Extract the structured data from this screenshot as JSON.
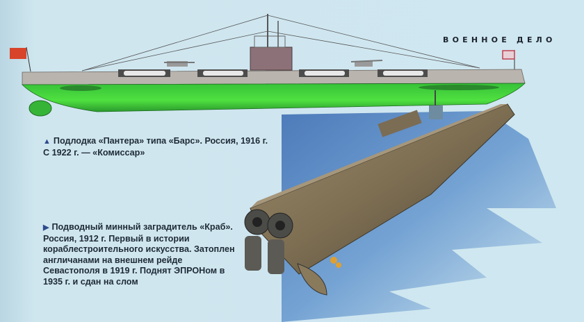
{
  "header": {
    "section_title": "ВОЕННОЕ ДЕЛО"
  },
  "captions": [
    {
      "marker": "▲",
      "lines": [
        "Подлодка «Пантера» типа «Барс». Россия, 1916 г.",
        "С 1922 г. — «Комиссар»"
      ]
    },
    {
      "marker": "▶",
      "lines": [
        "Подводный минный заградитель «Краб».",
        "Россия, 1912 г. Первый в истории",
        "кораблестроительного искусства. Затоплен",
        "англичанами на внешнем рейде",
        "Севастополя в 1919 г. Поднят ЭПРОНом в",
        "1935 г. и сдан на слом"
      ]
    }
  ],
  "illustrations": {
    "top": {
      "subject": "submarine-pantera-side-view",
      "hull_color": "#3fcf3a",
      "deck_color": "#b9b4ae",
      "flag_stern_color": "#d8442a"
    },
    "bottom": {
      "subject": "minelayer-krab-perspective",
      "hull_color": "#8a7a5c",
      "water_color": "#4f86c4"
    }
  }
}
